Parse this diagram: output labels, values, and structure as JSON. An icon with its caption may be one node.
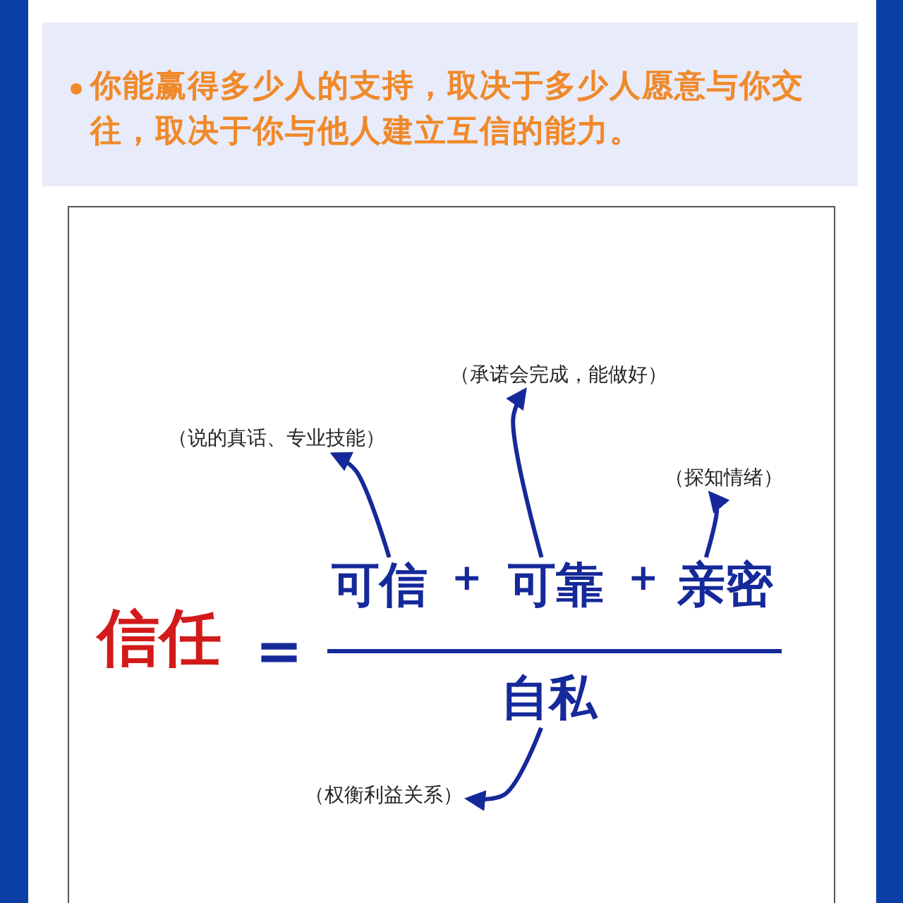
{
  "diagram": {
    "nodes": [
      {
        "text": [
          "你能赢得多少人的支持，取决于多少人愿意与你交往，取决于你与他人建立互信的能力。"
        ]
      },
      {
        "text": [],
        "shape": "box"
      },
      {
        "text": [
          "（承诺会完成，能做好）"
        ],
        "in": 1
      },
      {
        "text": [
          "（说的真话、专业技能）"
        ],
        "in": 1
      },
      {
        "text": [
          "（探知情绪）"
        ],
        "in": 1
      },
      {
        "text": [
          "信任"
        ],
        "in": 1
      },
      {
        "text": [
          "可信"
        ],
        "in": 1
      },
      {
        "text": [
          "可靠"
        ],
        "in": 1
      },
      {
        "text": [
          "亲密"
        ],
        "in": 1
      },
      {
        "text": [
          "自私"
        ],
        "in": 1
      },
      {
        "text": [
          "（权衡利益关系）"
        ],
        "in": 1
      }
    ],
    "edges": [
      {
        "from": 6,
        "to": 3,
        "arrow": "to"
      },
      {
        "from": 7,
        "to": 2,
        "arrow": "to"
      },
      {
        "from": 8,
        "to": 4,
        "arrow": "to"
      },
      {
        "from": 9,
        "to": 10,
        "arrow": "to"
      }
    ],
    "labels": [
      "=",
      "+",
      "+"
    ]
  }
}
